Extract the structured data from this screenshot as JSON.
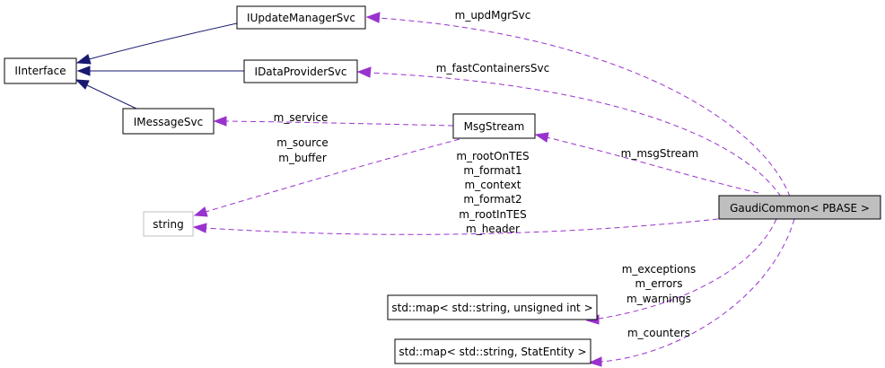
{
  "nodes": {
    "iinterface": "IInterface",
    "iupdate_manager_svc": "IUpdateManagerSvc",
    "idata_provider_svc": "IDataProviderSvc",
    "imessage_svc": "IMessageSvc",
    "msg_stream": "MsgStream",
    "string": "string",
    "gaudi_common": "GaudiCommon< PBASE >",
    "map_unsigned_int": "std::map< std::string, unsigned int >",
    "map_stat_entity": "std::map< std::string, StatEntity >"
  },
  "edge_labels": {
    "upd_mgr_svc": "m_updMgrSvc",
    "fast_containers_svc": "m_fastContainersSvc",
    "service": "m_service",
    "msg_stream": "m_msgStream",
    "source_buffer": [
      "m_source",
      "m_buffer"
    ],
    "string_members": [
      "m_rootOnTES",
      "m_format1",
      "m_context",
      "m_format2",
      "m_rootInTES",
      "m_header"
    ],
    "counters_map": [
      "m_exceptions",
      "m_errors",
      "m_warnings"
    ],
    "counters": "m_counters"
  },
  "colors": {
    "inheritance": "#191970",
    "usage": "#9a32cd",
    "focus_fill": "#bfbfbf",
    "external_border": "#bfbfbf"
  }
}
